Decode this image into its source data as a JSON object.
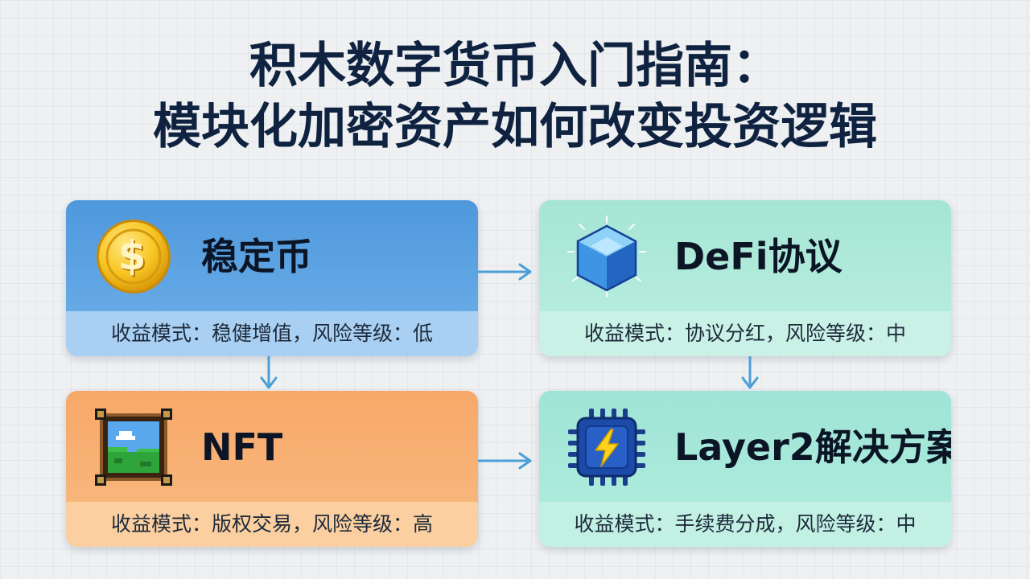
{
  "title": {
    "line1": "积木数字货币入门指南：",
    "line2": "模块化加密资产如何改变投资逻辑"
  },
  "cards": {
    "stablecoin": {
      "name": "稳定币",
      "info": "收益模式：稳健增值，风险等级：低",
      "icon": "dollar-coin-icon"
    },
    "defi": {
      "name": "DeFi协议",
      "info": "收益模式：协议分红，风险等级：中",
      "icon": "crystal-cube-icon"
    },
    "nft": {
      "name": "NFT",
      "info": "收益模式：版权交易，风险等级：高",
      "icon": "pixel-picture-frame-icon"
    },
    "layer2": {
      "name": "Layer2解决方案",
      "info": "收益模式：手续费分成，风险等级：中",
      "icon": "lightning-chip-icon"
    }
  },
  "colors": {
    "title": "#0f2341",
    "stablecoin": "#4f98dc",
    "defi": "#a5e5d4",
    "nft": "#f7a868",
    "layer2": "#9ee4d5",
    "arrow": "#4a9fd8"
  }
}
